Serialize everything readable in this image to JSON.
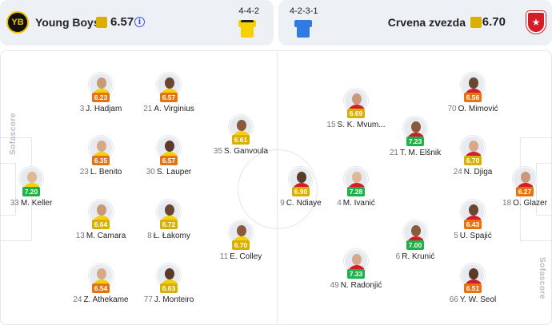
{
  "home": {
    "name": "Young Boys",
    "rating": "6.57",
    "formation": "4-4-2",
    "info_icon": "info-icon",
    "kit_color": "#f6d000"
  },
  "away": {
    "name": "Crvena zvezda",
    "rating": "6.70",
    "formation": "4-2-3-1",
    "kit_color": "#2f7be0"
  },
  "watermark": "Sofascore",
  "rating_colors": {
    "orange": "#e5730f",
    "yellow": "#d9af00",
    "green": "#1fb24a"
  },
  "home_players": [
    {
      "number": "3",
      "name": "J. Hadjam",
      "rating": "6.23",
      "color": "orange"
    },
    {
      "number": "21",
      "name": "A. Virginius",
      "rating": "6.57",
      "color": "orange"
    },
    {
      "number": "35",
      "name": "S. Ganvoula",
      "rating": "6.61",
      "color": "yellow"
    },
    {
      "number": "23",
      "name": "L. Benito",
      "rating": "6.35",
      "color": "orange"
    },
    {
      "number": "30",
      "name": "S. Lauper",
      "rating": "6.57",
      "color": "orange"
    },
    {
      "number": "33",
      "name": "M. Keller",
      "rating": "7.20",
      "color": "green"
    },
    {
      "number": "13",
      "name": "M. Camara",
      "rating": "6.64",
      "color": "yellow"
    },
    {
      "number": "8",
      "name": "Ł. Łakomy",
      "rating": "6.72",
      "color": "yellow"
    },
    {
      "number": "11",
      "name": "E. Colley",
      "rating": "6.70",
      "color": "yellow"
    },
    {
      "number": "24",
      "name": "Z. Athekame",
      "rating": "6.54",
      "color": "orange"
    },
    {
      "number": "77",
      "name": "J. Monteiro",
      "rating": "6.63",
      "color": "yellow"
    }
  ],
  "away_players": [
    {
      "number": "15",
      "name": "S. K. Mvum...",
      "rating": "6.69",
      "color": "yellow"
    },
    {
      "number": "70",
      "name": "O. Mimović",
      "rating": "6.56",
      "color": "orange"
    },
    {
      "number": "21",
      "name": "T. M. Elšnik",
      "rating": "7.23",
      "color": "green"
    },
    {
      "number": "24",
      "name": "N. Djiga",
      "rating": "6.70",
      "color": "yellow"
    },
    {
      "number": "9",
      "name": "C. Ndiaye",
      "rating": "6.90",
      "color": "yellow"
    },
    {
      "number": "4",
      "name": "M. Ivanić",
      "rating": "7.28",
      "color": "green"
    },
    {
      "number": "18",
      "name": "O. Glazer",
      "rating": "6.27",
      "color": "orange"
    },
    {
      "number": "5",
      "name": "U. Spajić",
      "rating": "6.43",
      "color": "orange"
    },
    {
      "number": "6",
      "name": "R. Krunić",
      "rating": "7.00",
      "color": "green"
    },
    {
      "number": "49",
      "name": "N. Radonjić",
      "rating": "7.33",
      "color": "green"
    },
    {
      "number": "66",
      "name": "Y. W. Seol",
      "rating": "6.51",
      "color": "orange"
    }
  ]
}
